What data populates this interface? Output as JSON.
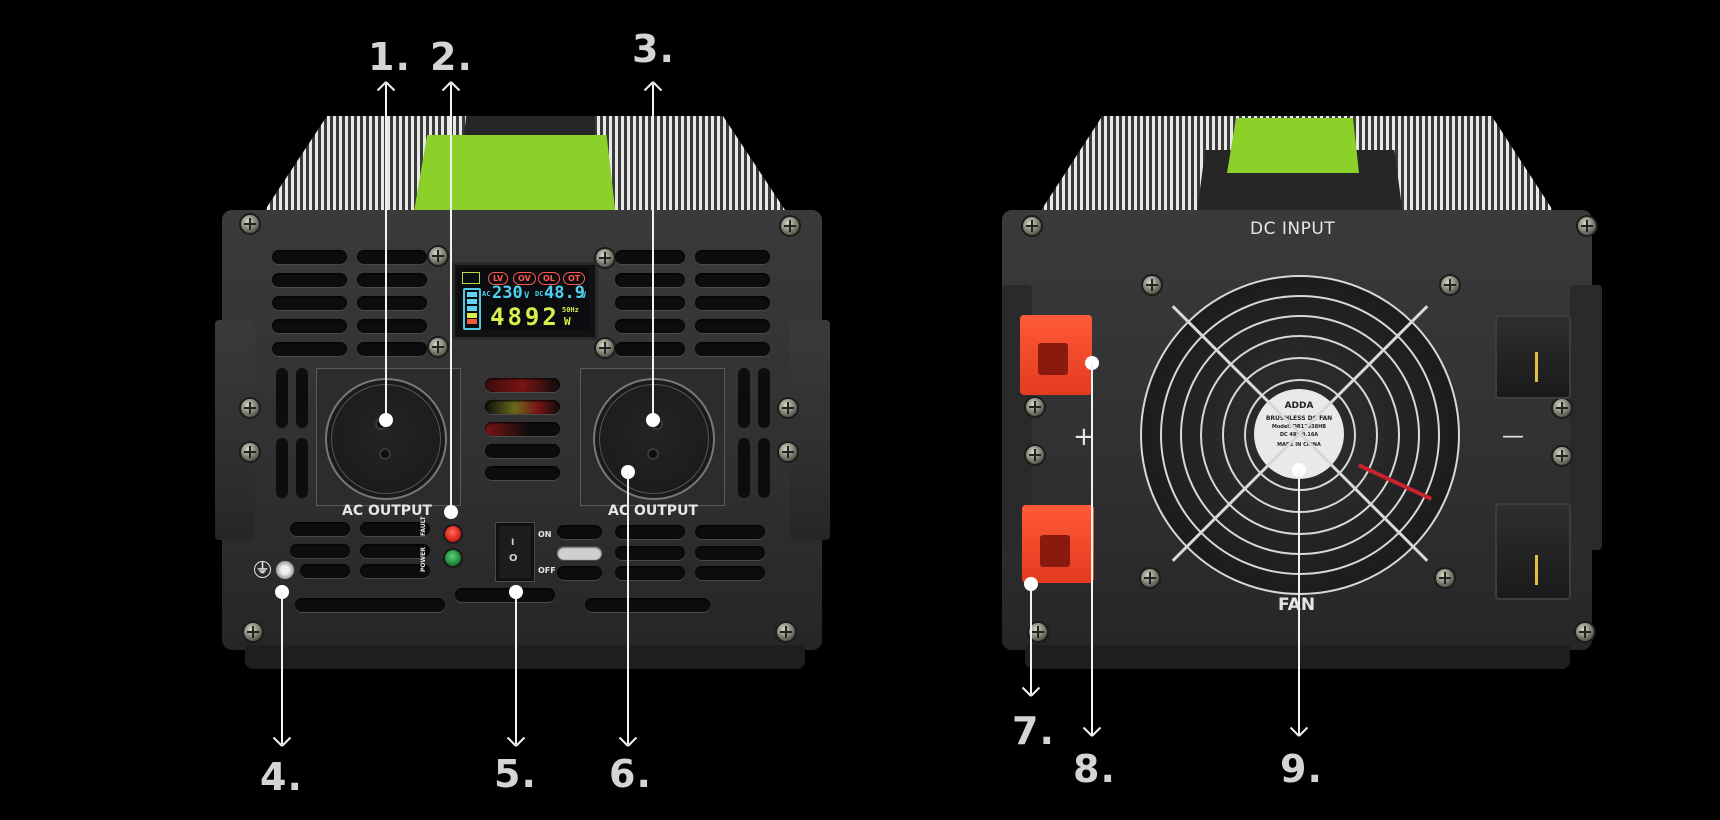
{
  "callouts": [
    {
      "id": 1,
      "label": "1."
    },
    {
      "id": 2,
      "label": "2."
    },
    {
      "id": 3,
      "label": "3."
    },
    {
      "id": 4,
      "label": "4."
    },
    {
      "id": 5,
      "label": "5."
    },
    {
      "id": 6,
      "label": "6."
    },
    {
      "id": 7,
      "label": "7."
    },
    {
      "id": 8,
      "label": "8."
    },
    {
      "id": 9,
      "label": "9."
    }
  ],
  "front_panel": {
    "ac_output_left": "AC OUTPUT",
    "ac_output_right": "AC OUTPUT",
    "led_fault": "FAULT",
    "led_power": "POWER",
    "switch_on": "ON",
    "switch_off": "OFF",
    "switch_i": "I",
    "switch_o": "O",
    "ground_symbol": "⏚"
  },
  "lcd": {
    "badges": [
      "LV",
      "OV",
      "OL",
      "OT"
    ],
    "ac_prefix": "AC",
    "ac_value": "230",
    "ac_unit": "V",
    "dc_prefix": "DC",
    "dc_value": "48.9",
    "dc_unit": "V",
    "power_value": "4892",
    "freq": "50Hz",
    "power_unit": "W"
  },
  "rear_panel": {
    "dc_input": "DC INPUT",
    "fan": "FAN",
    "plus": "+",
    "minus": "—",
    "fan_sticker": {
      "brand": "ADDA",
      "line1": "BRUSHLESS DC FAN",
      "line2": "Model: DR12038HB",
      "line3": "DC 48V  0.16A",
      "line4": "MADE IN CHINA"
    }
  },
  "colors": {
    "background": "#000000",
    "panel": "#333333",
    "label_green": "#8bd12a",
    "terminal_red": "#f04a2a",
    "lcd_cyan": "#4fd0f0",
    "lcd_yellow": "#d9ef4a",
    "lcd_red": "#ff5a4a",
    "led_red": "#d8231c",
    "led_green": "#1f8a3a"
  }
}
